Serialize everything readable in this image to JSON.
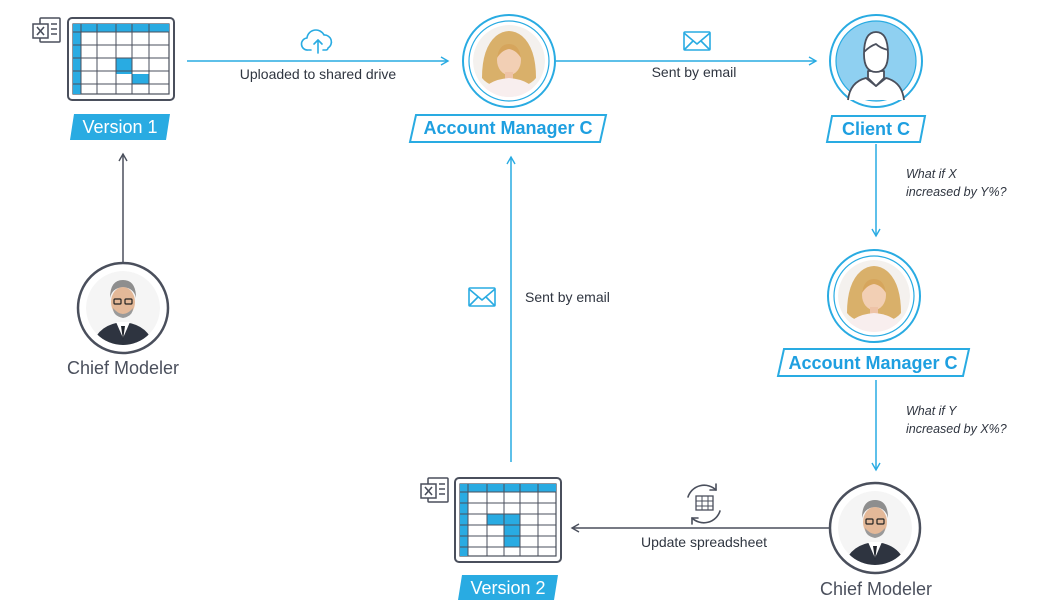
{
  "nodes": {
    "version1": {
      "label": "Version 1"
    },
    "version2": {
      "label": "Version 2"
    },
    "chief_modeler_top": {
      "label": "Chief Modeler"
    },
    "chief_modeler_bottom": {
      "label": "Chief Modeler"
    },
    "account_manager_top": {
      "label": "Account Manager C"
    },
    "account_manager_mid": {
      "label": "Account Manager C"
    },
    "client": {
      "label": "Client C"
    }
  },
  "edges": {
    "upload": {
      "label": "Uploaded to shared drive",
      "icon": "cloud-upload-icon"
    },
    "email_to_client": {
      "label": "Sent by email",
      "icon": "envelope-icon"
    },
    "client_question": {
      "line1": "What if X",
      "line2": "increased by Y%?"
    },
    "am_question": {
      "line1": "What if Y",
      "line2": "increased by X%?"
    },
    "update": {
      "label": "Update spreadsheet",
      "icon": "refresh-spreadsheet-icon"
    },
    "email_back": {
      "label": "Sent by email",
      "icon": "envelope-icon"
    }
  },
  "colors": {
    "accent": "#29abe2",
    "dark": "#4a4f5c",
    "text": "#2f3540"
  }
}
